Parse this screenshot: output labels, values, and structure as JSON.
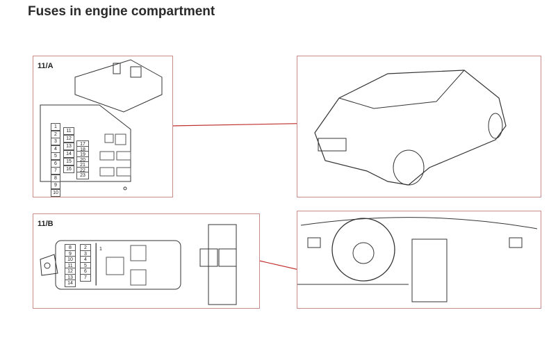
{
  "title": "Fuses in engine compartment",
  "box_a": {
    "label": "11/A",
    "col1": [
      "1",
      "2",
      "3",
      "4",
      "5",
      "6",
      "7",
      "8",
      "9",
      "10"
    ],
    "col2": [
      "11",
      "12",
      "13",
      "14",
      "15",
      "16"
    ],
    "col3": [
      "17",
      "18",
      "19",
      "20",
      "21",
      "22",
      "23"
    ]
  },
  "box_b": {
    "label": "11/B",
    "left": [
      "8",
      "9",
      "10",
      "11",
      "12",
      "13",
      "14"
    ],
    "right": [
      "2",
      "3",
      "4",
      "5",
      "6",
      "7"
    ],
    "single": "1"
  },
  "colors": {
    "frame": "#c98a8a",
    "leader": "#c0302f"
  }
}
